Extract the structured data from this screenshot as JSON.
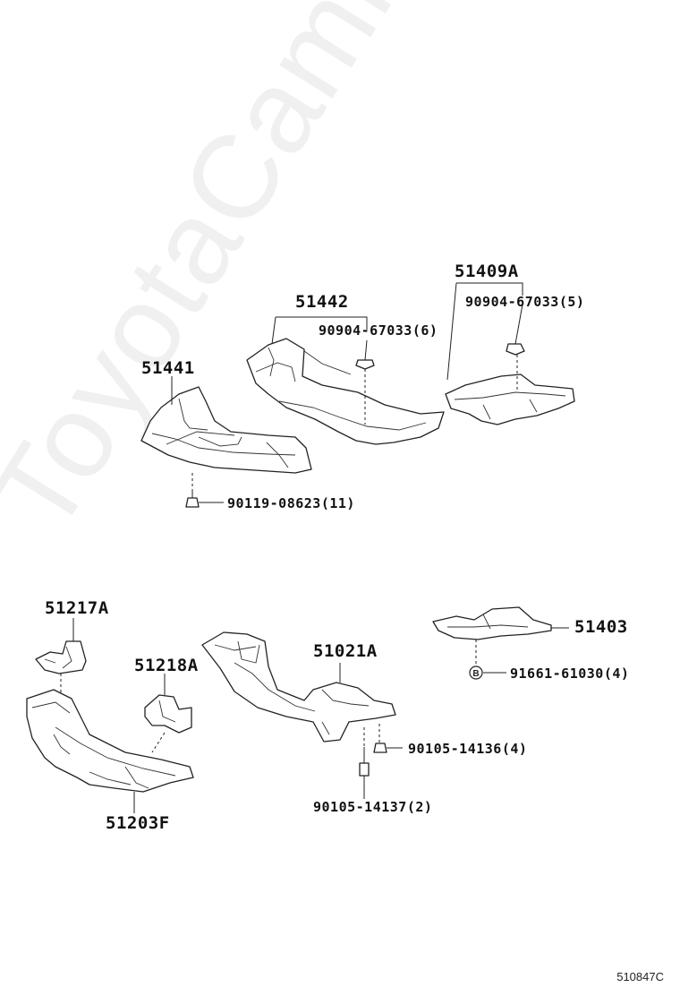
{
  "watermark": "ToyotaCamry.ru",
  "diagram_code": "510847C",
  "callouts": {
    "p51409A": "51409A",
    "p90904_5": "90904-67033(5)",
    "p51442": "51442",
    "p90904_6": "90904-67033(6)",
    "p51441": "51441",
    "p90119": "90119-08623(11)",
    "p51217A": "51217A",
    "p51218A": "51218A",
    "p51021A": "51021A",
    "p51403": "51403",
    "p91661": "91661-61030(4)",
    "p90105_14136": "90105-14136(4)",
    "p90105_14137": "90105-14137(2)",
    "p51203F": "51203F"
  },
  "symbols": {
    "b_marker": "B"
  }
}
